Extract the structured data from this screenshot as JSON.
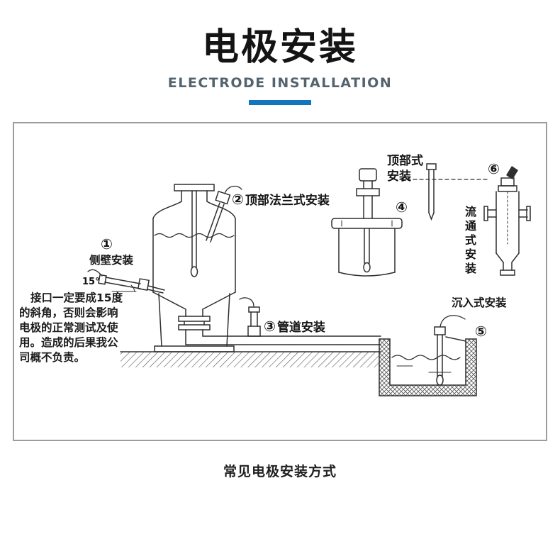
{
  "header": {
    "title": "电极安装",
    "subtitle": "ELECTRODE INSTALLATION"
  },
  "colors": {
    "accent_blue": "#1376bd",
    "line_color": "#2e2e2e",
    "panel_border": "#9c9c9c"
  },
  "panel": {
    "caption": "常见电极安装方式",
    "angle_label": "15°",
    "warning": {
      "lines": [
        "接口一定要成15度",
        "的斜角，否则会影响",
        "电极的正常测试及使",
        "用。造成的后果我公",
        "司概不负责。"
      ]
    },
    "methods": {
      "side_wall": {
        "num": "①",
        "label": "侧壁安装"
      },
      "top_flange": {
        "num": "②",
        "label": "顶部法兰式安装"
      },
      "pipeline": {
        "num": "③",
        "label": "管道安装"
      },
      "top_mount": {
        "num": "④",
        "lines": [
          "顶部式",
          "安装"
        ]
      },
      "submersion": {
        "num": "⑤",
        "label": "沉入式安装"
      },
      "flow_through": {
        "num": "⑥",
        "label": "流通式安装"
      }
    }
  }
}
